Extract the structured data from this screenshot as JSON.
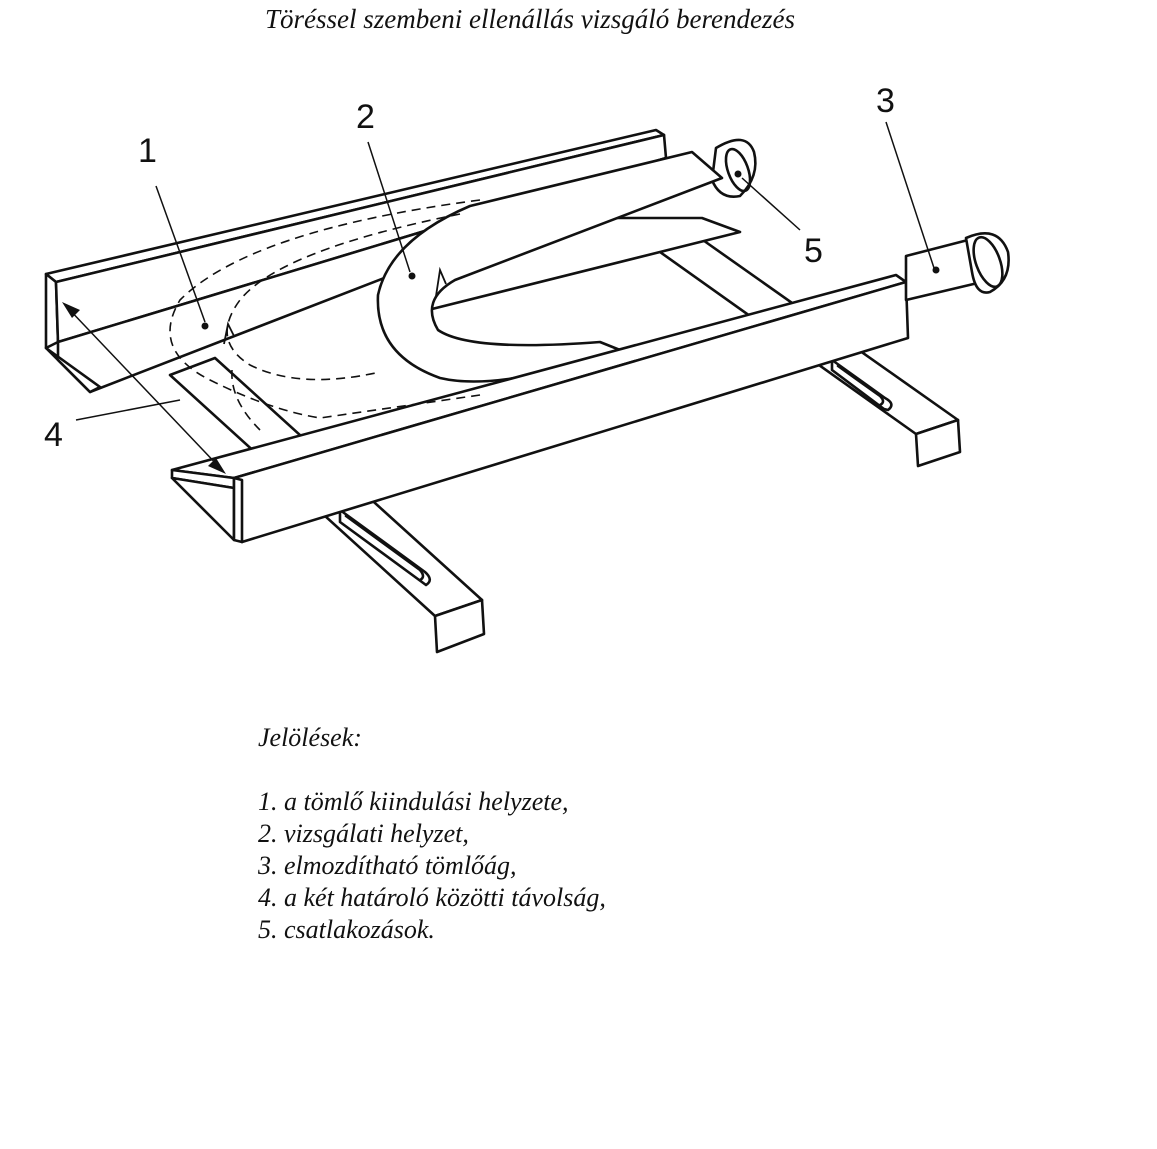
{
  "title": "Töréssel szembeni ellenállás vizsgáló berendezés",
  "labels": {
    "l1": "1",
    "l2": "2",
    "l3": "3",
    "l4": "4",
    "l5": "5"
  },
  "legend": {
    "header": "Jelölések:",
    "items": [
      "1. a tömlő kiindulási helyzete,",
      "2. vizsgálati helyzet,",
      "3. elmozdítható tömlőág,",
      "4. a két határoló közötti távolság,",
      "5. csatlakozások."
    ]
  }
}
